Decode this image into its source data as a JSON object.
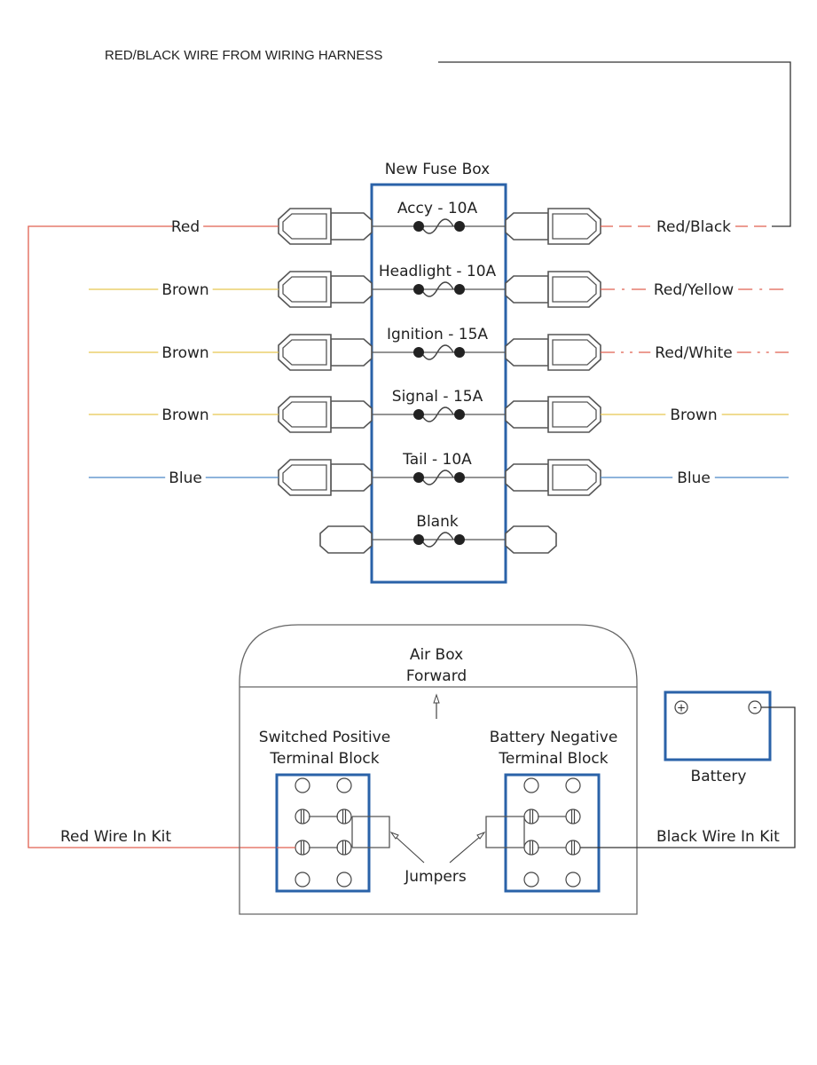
{
  "header": {
    "harness_label": "RED/BLACK WIRE FROM WIRING HARNESS"
  },
  "fuse_box": {
    "title": "New Fuse Box",
    "fuses": [
      {
        "label": "Accy - 10A",
        "left_wire": "Red",
        "left_color": "#e06050",
        "left_style": "solid",
        "right_wire": "Red/Black",
        "right_color": "#e06050",
        "right_style": "dashed",
        "has_plug": true
      },
      {
        "label": "Headlight - 10A",
        "left_wire": "Brown",
        "left_color": "#e8c850",
        "left_style": "solid",
        "right_wire": "Red/Yellow",
        "right_color": "#e06050",
        "right_style": "dashdot",
        "has_plug": true
      },
      {
        "label": "Ignition - 15A",
        "left_wire": "Brown",
        "left_color": "#e8c850",
        "left_style": "solid",
        "right_wire": "Red/White",
        "right_color": "#e06050",
        "right_style": "dashdotdot",
        "has_plug": true
      },
      {
        "label": "Signal - 15A",
        "left_wire": "Brown",
        "left_color": "#e8c850",
        "left_style": "solid",
        "right_wire": "Brown",
        "right_color": "#e8c850",
        "right_style": "solid",
        "has_plug": true
      },
      {
        "label": "Tail - 10A",
        "left_wire": "Blue",
        "left_color": "#4a88c8",
        "left_style": "solid",
        "right_wire": "Blue",
        "right_color": "#4a88c8",
        "right_style": "solid",
        "has_plug": true
      },
      {
        "label": "Blank",
        "left_wire": "",
        "left_color": "",
        "left_style": "",
        "right_wire": "",
        "right_color": "",
        "right_style": "",
        "has_plug": false
      }
    ]
  },
  "air_box": {
    "title_line1": "Air Box",
    "title_line2": "Forward"
  },
  "terminal_blocks": {
    "positive_line1": "Switched Positive",
    "positive_line2": "Terminal Block",
    "negative_line1": "Battery Negative",
    "negative_line2": "Terminal Block",
    "jumpers_label": "Jumpers"
  },
  "battery": {
    "label": "Battery",
    "positive_symbol": "+",
    "negative_symbol": "-"
  },
  "wires": {
    "red_kit": "Red Wire In Kit",
    "black_kit": "Black Wire In Kit"
  },
  "colors": {
    "red_wire": "#e06050",
    "brown_wire": "#e8c850",
    "blue_wire": "#4a88c8",
    "box_outline": "#2a62a8",
    "black_wire": "#333333"
  }
}
